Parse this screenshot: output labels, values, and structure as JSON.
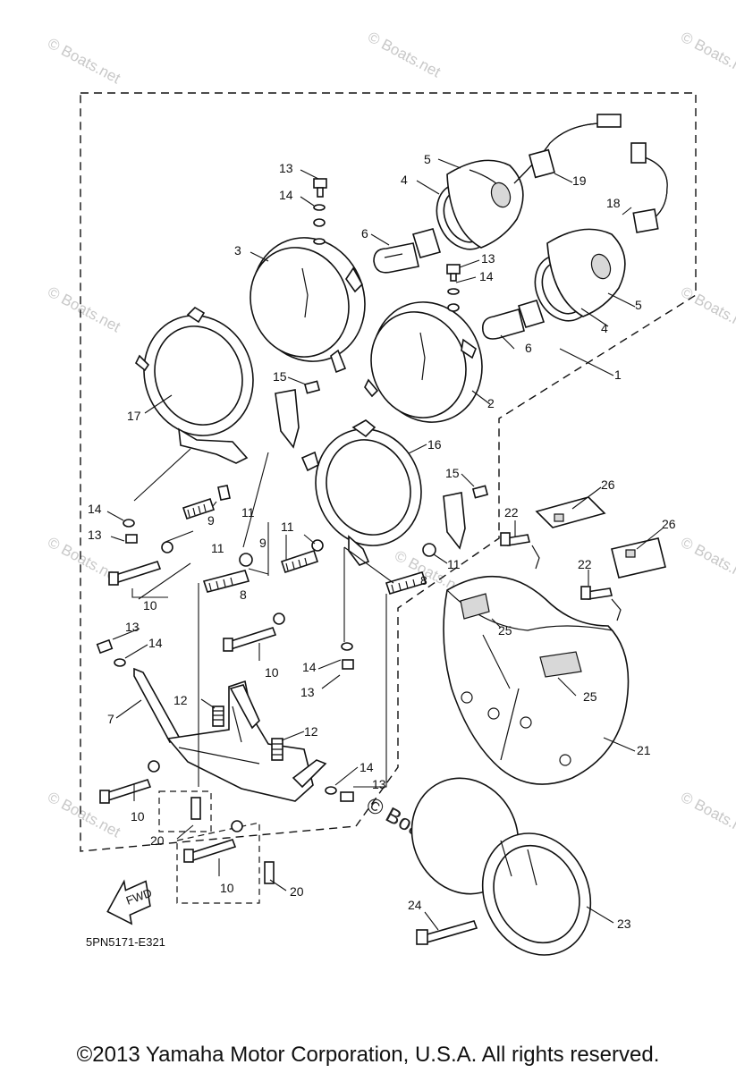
{
  "diagram": {
    "code": "5PN5171-E321",
    "fwd_label": "FWD",
    "watermark": "© Boats.net",
    "copyright": "©2013 Yamaha Motor Corporation, U.S.A. All rights reserved.",
    "callouts": [
      "1",
      "2",
      "3",
      "4",
      "5",
      "6",
      "7",
      "8",
      "9",
      "10",
      "11",
      "12",
      "13",
      "14",
      "15",
      "16",
      "17",
      "18",
      "19",
      "20",
      "21",
      "22",
      "23",
      "24",
      "25",
      "26"
    ]
  }
}
